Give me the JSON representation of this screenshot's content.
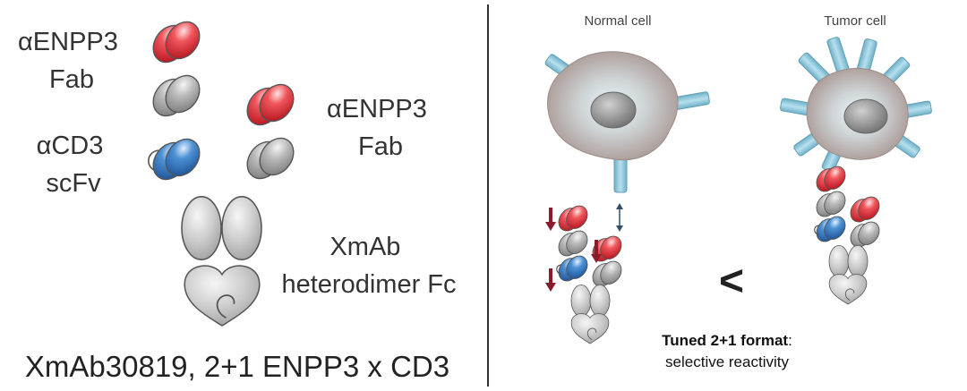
{
  "left_panel": {
    "label_enpp3_fab_1": [
      "αENPP3",
      "Fab"
    ],
    "label_cd3_scfv": [
      "αCD3",
      "scFv"
    ],
    "label_enpp3_fab_2": [
      "αENPP3",
      "Fab"
    ],
    "label_fc": [
      "XmAb",
      "heterodimer Fc"
    ],
    "caption": "XmAb30819, 2+1 ENPP3 x CD3"
  },
  "right_panel": {
    "normal_cell_label": "Normal cell",
    "tumor_cell_label": "Tumor cell",
    "comparison_symbol": "<",
    "format_label_bold": "Tuned 2+1 format",
    "format_label_suffix": ":",
    "format_label_line2": "selective reactivity"
  },
  "colors": {
    "red_domain": "#e8353f",
    "blue_domain": "#3a7fc6",
    "gray_domain": "#a9a9a9",
    "receptor": "#8cc4d8",
    "cell_body": "#b9aba6",
    "nucleus": "#8d8d8d",
    "arrow": "#8b1a2b",
    "divider": "#333333"
  }
}
